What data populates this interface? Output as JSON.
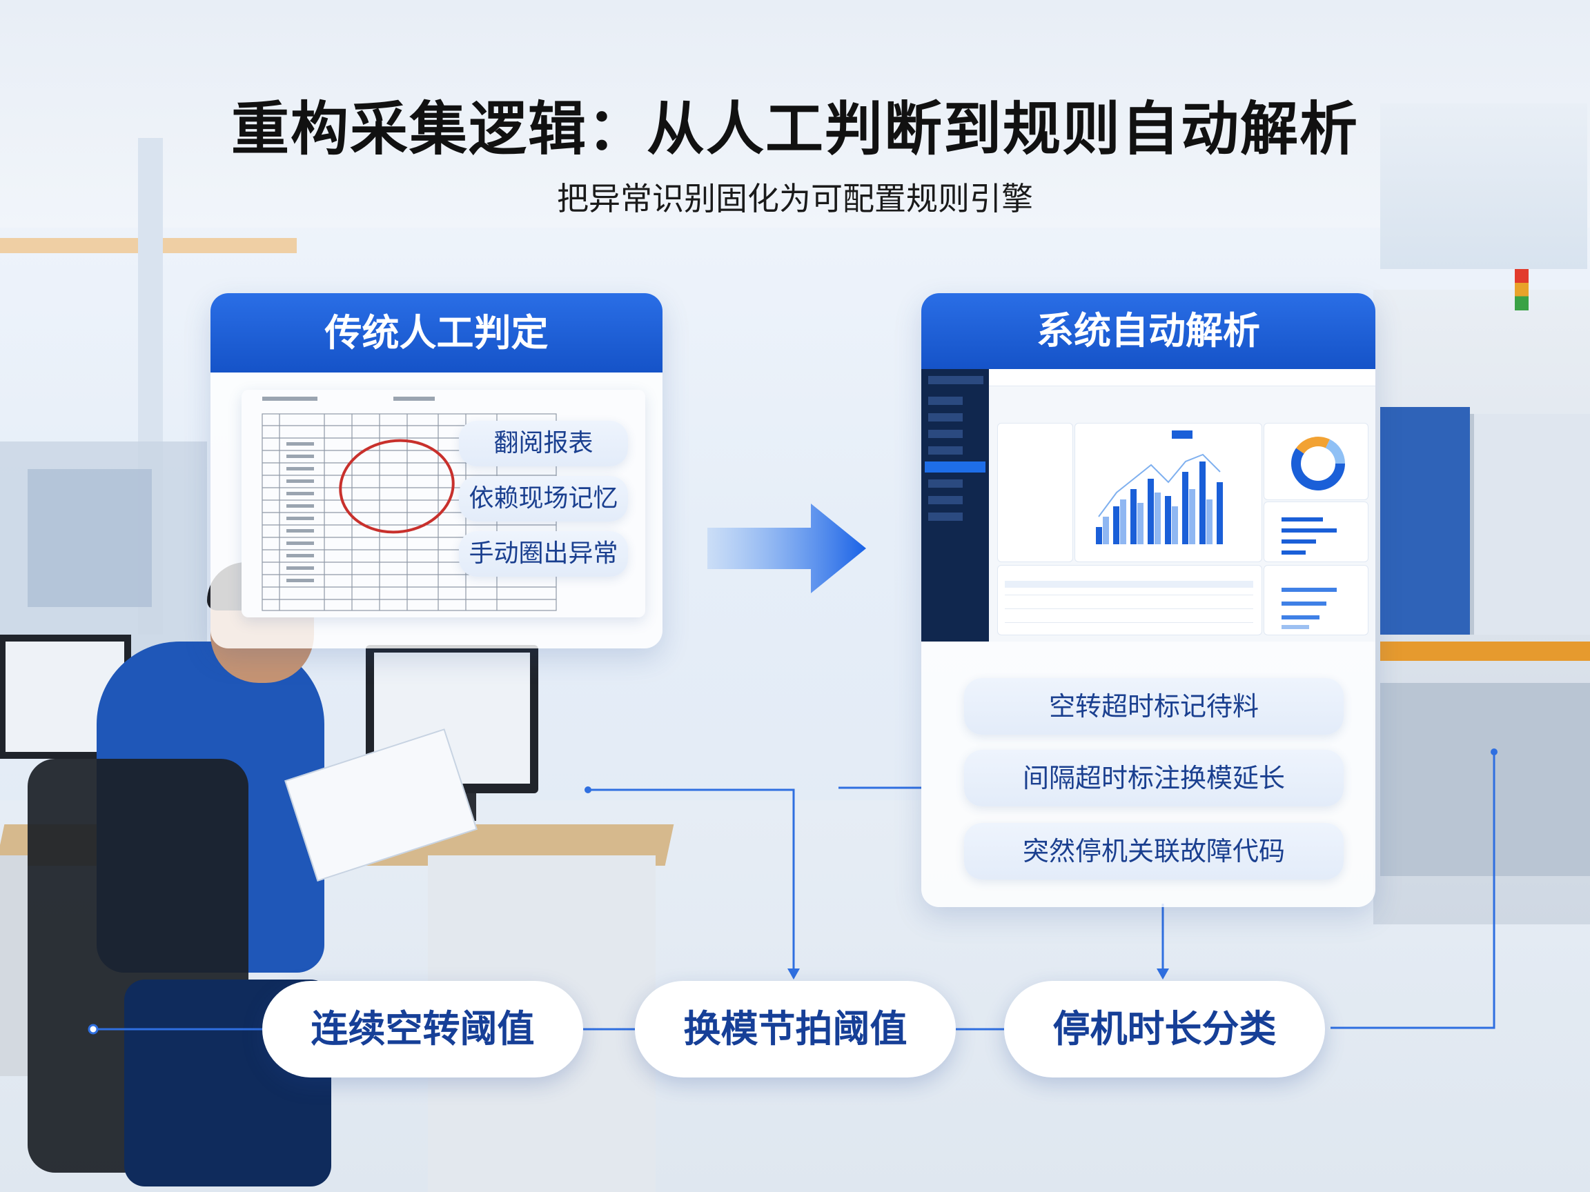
{
  "title": "重构采集逻辑：从人工判断到规则自动解析",
  "subtitle": "把异常识别固化为可配置规则引擎",
  "left_panel": {
    "header": "传统人工判定",
    "items": [
      "翻阅报表",
      "依赖现场记忆",
      "手动圈出异常"
    ]
  },
  "right_panel": {
    "header": "系统自动解析",
    "rules": [
      "空转超时标记待料",
      "间隔超时标注换模延长",
      "突然停机关联故障代码"
    ]
  },
  "nodes": [
    "连续空转阈值",
    "换模节拍阈值",
    "停机时长分类"
  ],
  "colors": {
    "primary": "#1a5fd8",
    "node_text": "#163f97",
    "arrow": "#1a62e6"
  }
}
